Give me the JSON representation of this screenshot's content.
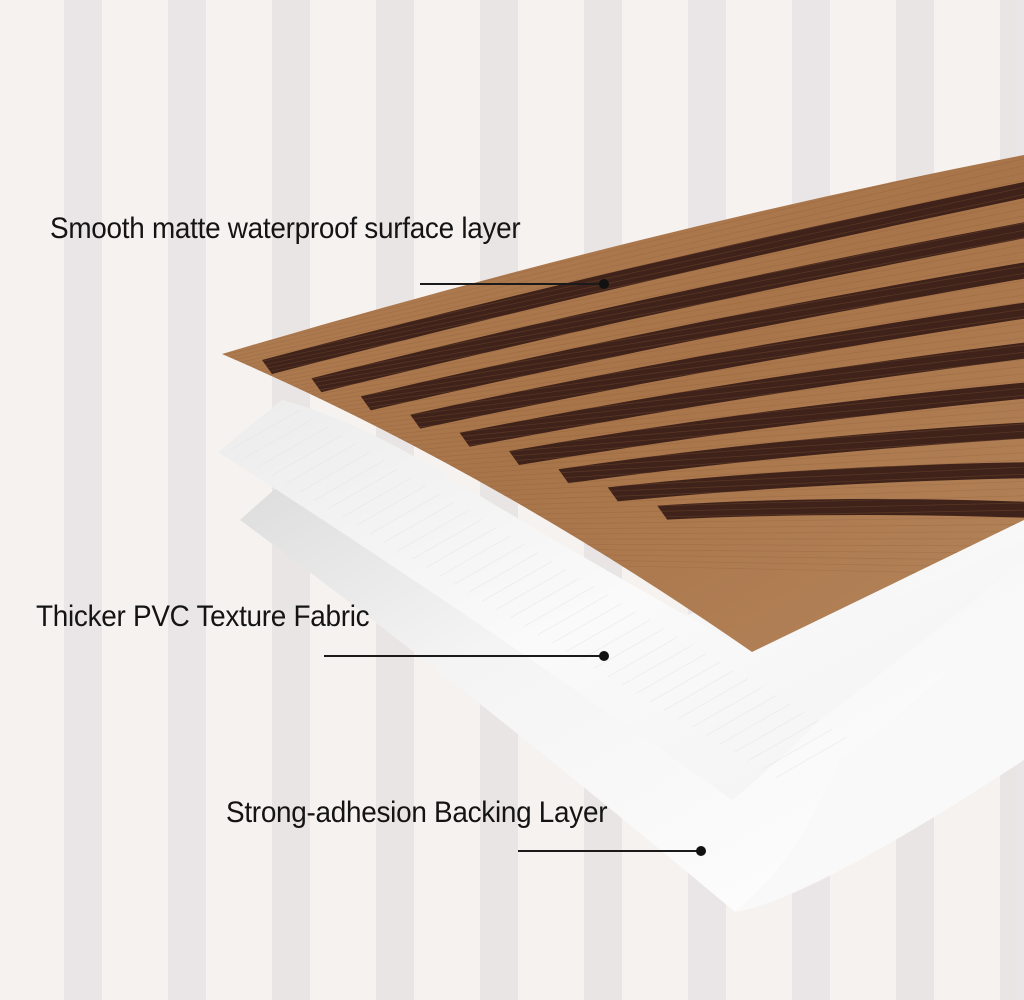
{
  "labels": {
    "surface": "Smooth matte waterproof surface layer",
    "fabric": "Thicker PVC Texture Fabric",
    "backing": "Strong-adhesion Backing Layer"
  },
  "colors": {
    "background": "#f6f2ef",
    "background_stripe": "#e9e4e5",
    "wood_light": "#a9774f",
    "wood_slat_dark": "#3f231a",
    "fabric_white": "#f8f8f8",
    "backing_white": "#ffffff",
    "label_text": "#141414"
  }
}
